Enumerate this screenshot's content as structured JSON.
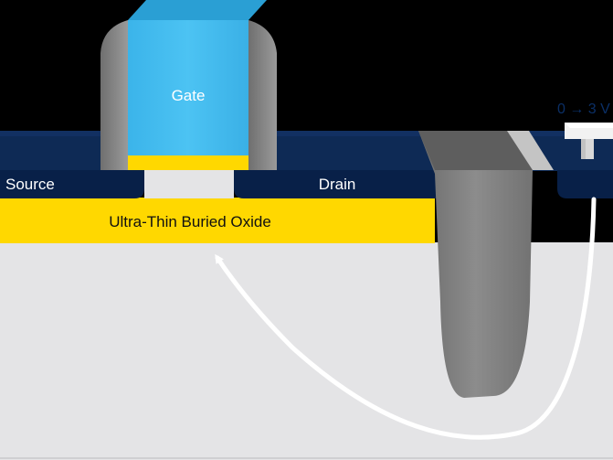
{
  "labels": {
    "gate": "Gate",
    "source": "Source",
    "drain": "Drain",
    "buried_oxide": "Ultra-Thin Buried Oxide",
    "bias": "0 → 3 V"
  },
  "colors": {
    "background": "#000000",
    "substrate": "#e4e4e6",
    "silicon_film": "#0e2a55",
    "source_drain": "#082048",
    "buried_oxide": "#ffd800",
    "gate": "#44bdf0",
    "gate_oxide": "#ffd800",
    "spacer": "#8a8a8a",
    "trench": "#7a7a7a",
    "arrow": "#ffffff",
    "bias_text": "#0b2f66"
  },
  "icons": {
    "contact": "back-gate-contact-icon",
    "arrow": "curved-arrow-icon"
  }
}
